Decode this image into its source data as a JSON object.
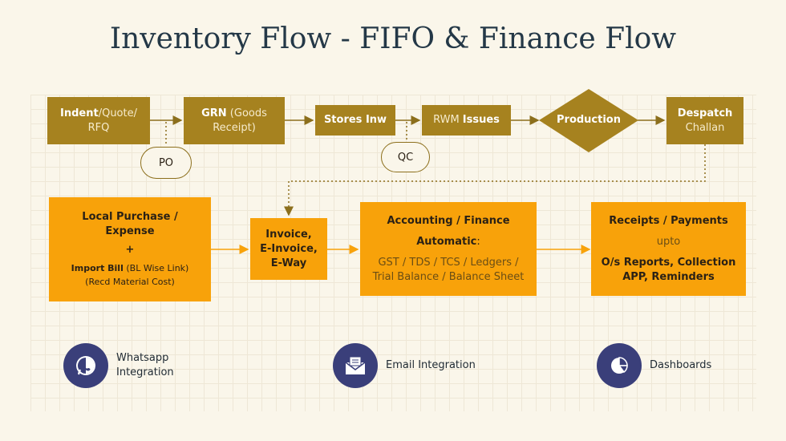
{
  "title": "Inventory Flow - FIFO & Finance Flow",
  "colors": {
    "olive": "#a6821f",
    "orange": "#f8a20a",
    "navy": "#3a3f7a",
    "title": "#243847"
  },
  "top_row": {
    "indent": {
      "bold": "Indent",
      "rest_1": "/Quote/",
      "rest_2": "RFQ"
    },
    "grn": {
      "bold": "GRN",
      "rest_1": " (Goods",
      "rest_2": "Receipt)"
    },
    "stores": {
      "label": "Stores Inw"
    },
    "rwm": {
      "light": "RWM ",
      "bold": "Issues"
    },
    "production": {
      "label": "Production"
    },
    "despatch": {
      "bold": "Despatch",
      "rest": "Challan"
    },
    "po": "PO",
    "qc": "QC"
  },
  "middle_row": {
    "local": {
      "line1": "Local Purchase /",
      "line2": "Expense",
      "plus": "+",
      "import_bold": "Import Bill",
      "import_rest": " (BL Wise Link)",
      "recd": "(Recd Material Cost)"
    },
    "invoice": {
      "line1": "Invoice,",
      "line2": "E-Invoice,",
      "line3": "E-Way"
    },
    "accounting": {
      "heading": "Accounting / Finance",
      "auto": "Automatic",
      "auto_colon": ":",
      "line1": "GST / TDS / TCS / Ledgers /",
      "line2": "Trial Balance / Balance Sheet"
    },
    "receipts": {
      "heading": "Receipts / Payments",
      "upto": "upto",
      "line1": "O/s Reports, Collection",
      "line2": "APP, Reminders"
    }
  },
  "features": [
    {
      "icon": "whatsapp-icon",
      "line1": "Whatsapp",
      "line2": "Integration"
    },
    {
      "icon": "email-icon",
      "line1": "Email Integration"
    },
    {
      "icon": "dashboard-icon",
      "line1": "Dashboards"
    }
  ]
}
